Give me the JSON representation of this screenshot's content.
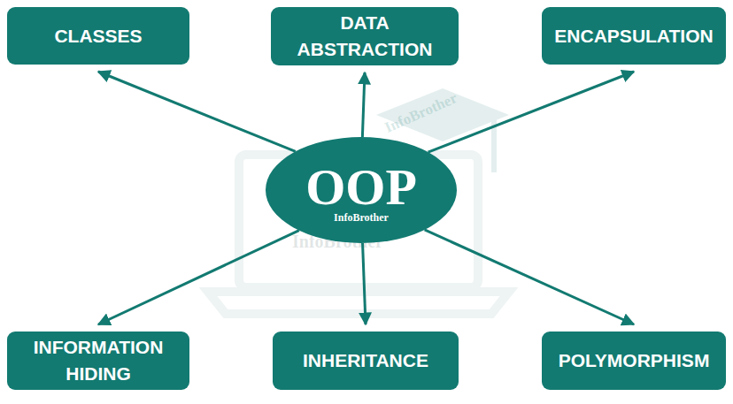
{
  "diagram": {
    "nodes": [
      {
        "text": [
          "CLASSES"
        ]
      },
      {
        "text": [
          "DATA ABSTRACTION"
        ]
      },
      {
        "text": [
          "ENCAPSULATION"
        ]
      },
      {
        "text": [
          "OOP",
          "InfoBrother"
        ]
      },
      {
        "text": [
          "INFORMATION HIDING"
        ]
      },
      {
        "text": [
          "INHERITANCE"
        ]
      },
      {
        "text": [
          "POLYMORPHISM"
        ]
      }
    ],
    "edges": [
      {
        "from": 3,
        "to": 0,
        "arrow": "to"
      },
      {
        "from": 3,
        "to": 1,
        "arrow": "to"
      },
      {
        "from": 3,
        "to": 2,
        "arrow": "to"
      },
      {
        "from": 3,
        "to": 4,
        "arrow": "to"
      },
      {
        "from": 3,
        "to": 5,
        "arrow": "to"
      },
      {
        "from": 3,
        "to": 6,
        "arrow": "to"
      }
    ],
    "labels": [
      "InfoBrother",
      "InfoBrother"
    ]
  }
}
